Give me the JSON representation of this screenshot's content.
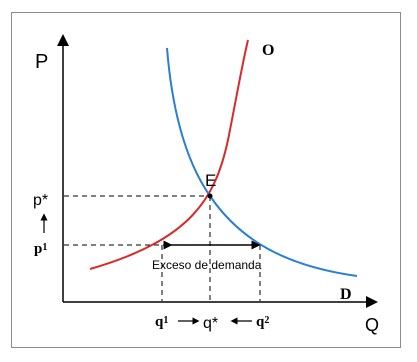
{
  "diagram": {
    "axes": {
      "y_label": "P",
      "x_label": "Q"
    },
    "curves": {
      "supply_label": "O",
      "demand_label": "D",
      "supply_color": "#d62b2b",
      "demand_color": "#2a7fd4"
    },
    "points": {
      "equilibrium_label": "E",
      "p_star": "p*",
      "p1_main": "p",
      "p1_sub": "1",
      "q1_main": "q",
      "q1_sub": "1",
      "q_star": "q*",
      "q2_main": "q",
      "q2_sub": "2"
    },
    "annotation": {
      "excess_demand": "Exceso de demanda"
    },
    "arrows": {
      "right_arrow": "→",
      "left_arrow": "←",
      "up_arrow": "↑"
    }
  }
}
